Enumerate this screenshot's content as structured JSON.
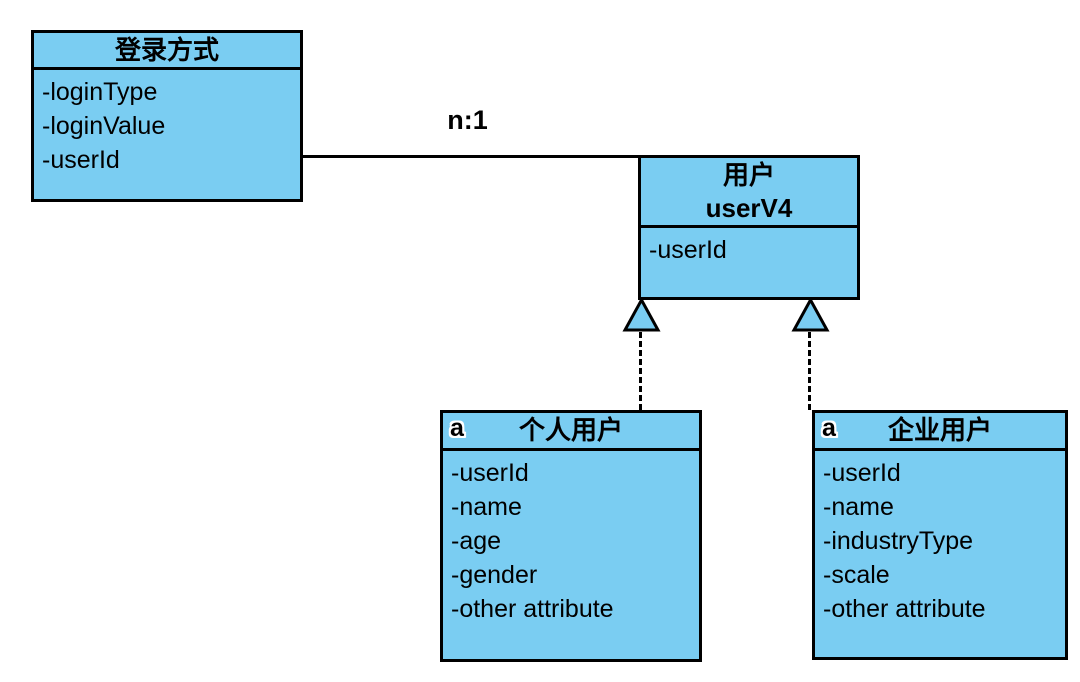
{
  "diagram": {
    "type": "uml-class-diagram",
    "colors": {
      "node_fill": "#7acdf2",
      "node_border": "#000000",
      "text": "#000000",
      "background": "#ffffff"
    },
    "relation": {
      "label": "n:1"
    },
    "classes": [
      {
        "name": "登录方式",
        "attrs": [
          "-loginType",
          "-loginValue",
          "-userId"
        ]
      },
      {
        "name": "用户",
        "subname": "userV4",
        "attrs": [
          "-userId"
        ]
      },
      {
        "badge": "a",
        "name": "个人用户",
        "attrs": [
          "-userId",
          "-name",
          "-age",
          "-gender",
          "-other attribute"
        ]
      },
      {
        "badge": "a",
        "name": "企业用户",
        "attrs": [
          "-userId",
          "-name",
          "-industryType",
          "-scale",
          "-other attribute"
        ]
      }
    ]
  }
}
